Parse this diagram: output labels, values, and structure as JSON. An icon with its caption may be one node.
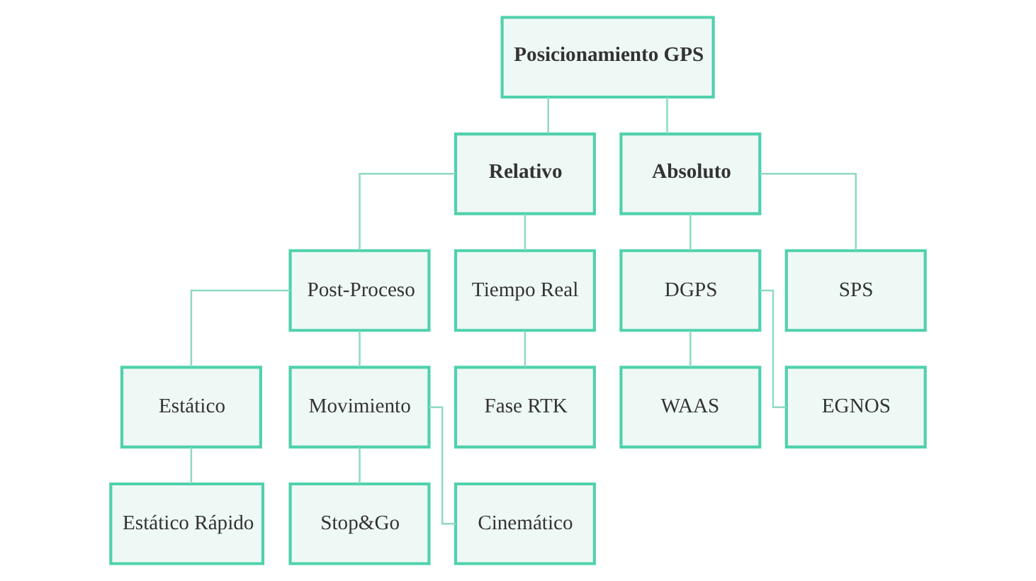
{
  "diagram": {
    "nodes": [
      {
        "text": [
          "Posicionamiento GPS"
        ]
      },
      {
        "text": [
          "Relativo"
        ]
      },
      {
        "text": [
          "Absoluto"
        ]
      },
      {
        "text": [
          "Post-Proceso"
        ]
      },
      {
        "text": [
          "Tiempo Real"
        ]
      },
      {
        "text": [
          "DGPS"
        ]
      },
      {
        "text": [
          "SPS"
        ]
      },
      {
        "text": [
          "Estático"
        ]
      },
      {
        "text": [
          "Movimiento"
        ]
      },
      {
        "text": [
          "Fase RTK"
        ]
      },
      {
        "text": [
          "WAAS"
        ]
      },
      {
        "text": [
          "EGNOS"
        ]
      },
      {
        "text": [
          "Estático Rápido"
        ]
      },
      {
        "text": [
          "Stop&Go"
        ]
      },
      {
        "text": [
          "Cinemático"
        ]
      }
    ],
    "edges": [
      {
        "from": 0,
        "to": 1,
        "arrow": "none"
      },
      {
        "from": 0,
        "to": 2,
        "arrow": "none"
      },
      {
        "from": 1,
        "to": 3,
        "arrow": "none"
      },
      {
        "from": 1,
        "to": 4,
        "arrow": "none"
      },
      {
        "from": 2,
        "to": 5,
        "arrow": "none"
      },
      {
        "from": 2,
        "to": 6,
        "arrow": "none"
      },
      {
        "from": 3,
        "to": 7,
        "arrow": "none"
      },
      {
        "from": 3,
        "to": 8,
        "arrow": "none"
      },
      {
        "from": 4,
        "to": 9,
        "arrow": "none"
      },
      {
        "from": 5,
        "to": 10,
        "arrow": "none"
      },
      {
        "from": 5,
        "to": 11,
        "arrow": "none"
      },
      {
        "from": 7,
        "to": 12,
        "arrow": "none"
      },
      {
        "from": 8,
        "to": 13,
        "arrow": "none"
      },
      {
        "from": 8,
        "to": 14,
        "arrow": "none"
      }
    ]
  }
}
